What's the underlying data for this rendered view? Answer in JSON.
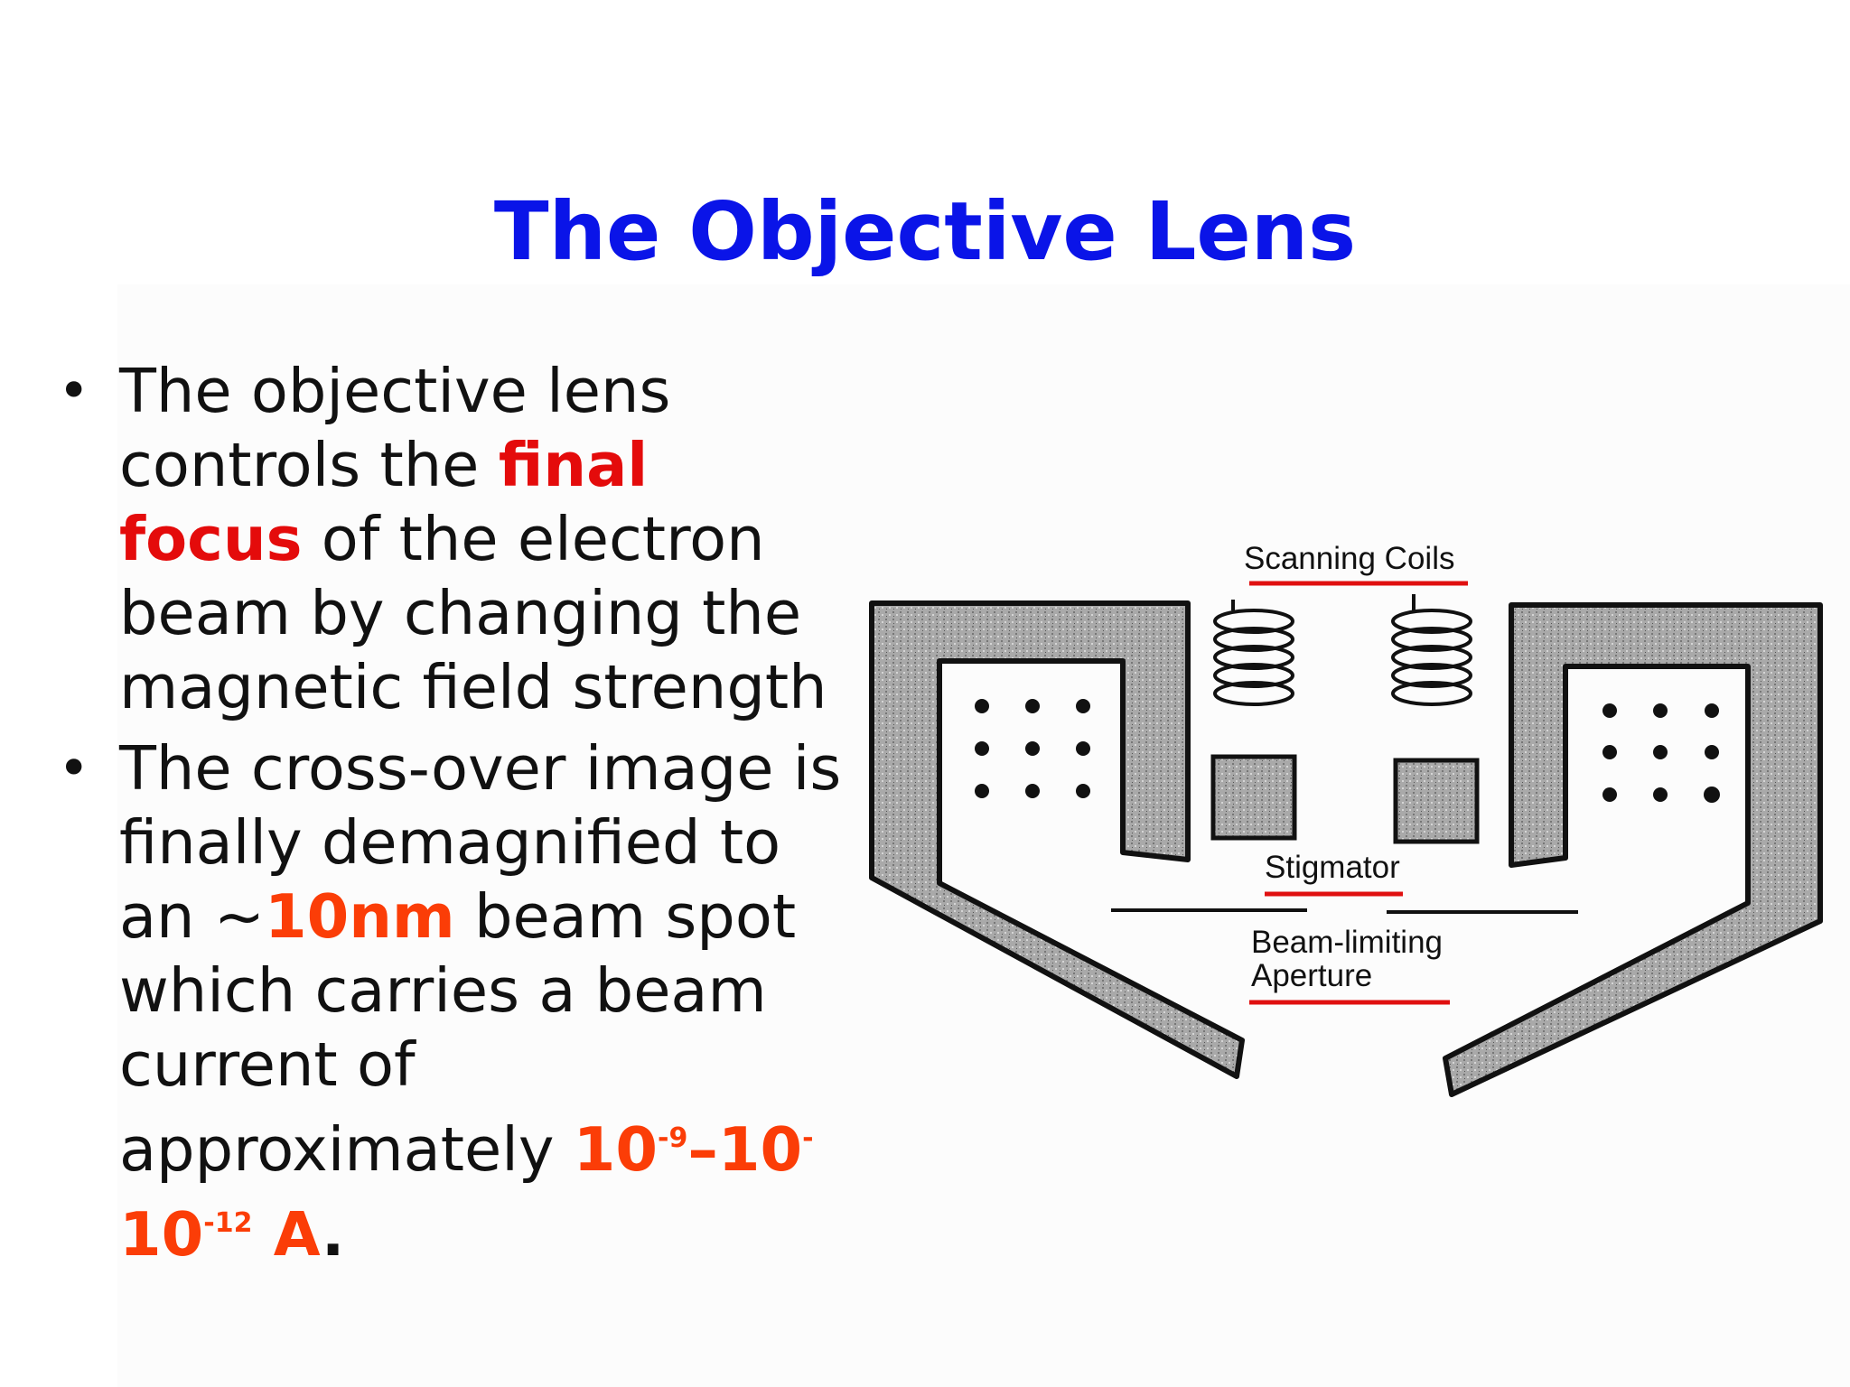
{
  "title": "The Objective Lens",
  "bullets": [
    {
      "lines": [
        [
          "The objective lens"
        ],
        [
          "controls the ",
          {
            "text": "final",
            "style": "red"
          }
        ],
        [
          {
            "text": "focus",
            "style": "red"
          },
          " of the electron"
        ],
        [
          "beam by changing the"
        ],
        [
          "magnetic field strength"
        ]
      ]
    },
    {
      "lines": [
        [
          "The cross-over image is"
        ],
        [
          "finally demagnified to"
        ],
        [
          "an ~",
          {
            "text": "10nm",
            "style": "orange"
          },
          " beam spot"
        ],
        [
          "which carries a beam"
        ],
        [
          "current of"
        ],
        [
          "approximately ",
          {
            "text": "10",
            "style": "orange"
          },
          {
            "text": "-9",
            "style": "sup"
          },
          {
            "text": "–10",
            "style": "orange"
          },
          {
            "text": "-",
            "style": "sup"
          }
        ],
        [
          {
            "text": "10",
            "style": "orange"
          },
          {
            "text": "-12",
            "style": "sup"
          },
          {
            "text": " A",
            "style": "orange"
          },
          {
            "text": ".",
            "style": "period"
          }
        ]
      ]
    }
  ],
  "diagram": {
    "labels": {
      "scanning_coils": "Scanning Coils",
      "stigmator": "Stigmator",
      "aperture_line1": "Beam-limiting",
      "aperture_line2": "Aperture"
    },
    "colors": {
      "title": "#0a14e8",
      "highlight_red": "#e40b0b",
      "highlight_orange": "#fb3d07",
      "label_underline": "#e01010",
      "pole_piece_fill": "#a9a9a9"
    }
  }
}
